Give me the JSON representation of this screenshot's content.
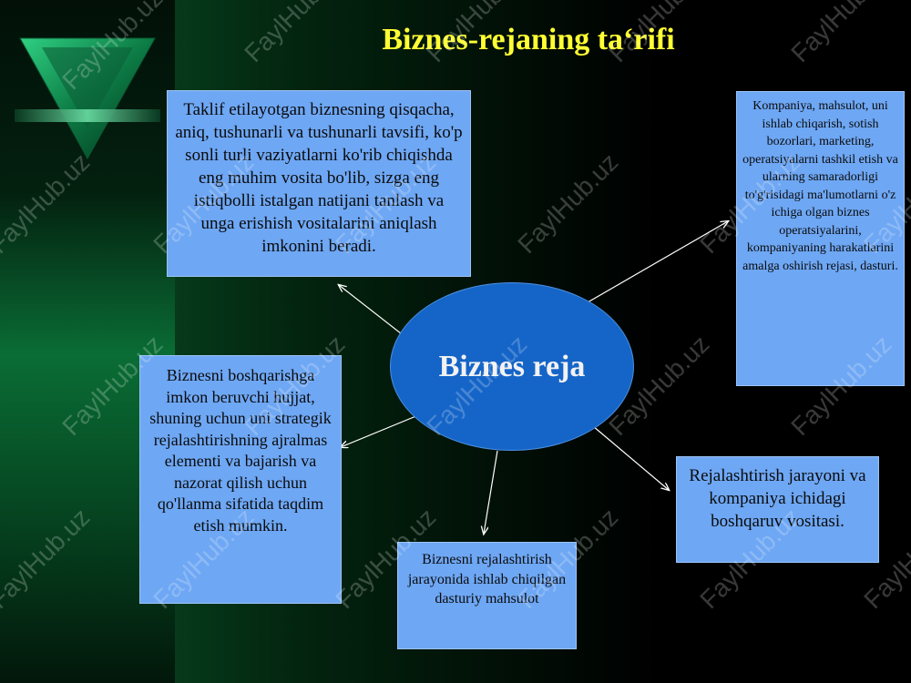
{
  "slide": {
    "title": "Biznes-rejaning ta‘rifi",
    "center": {
      "label": "Biznes reja"
    },
    "boxes": {
      "top_left": "Taklif etilayotgan biznesning qisqacha, aniq, tushunarli va tushunarli tavsifi, ko'p sonli turli vaziyatlarni ko'rib chiqishda eng muhim vosita bo'lib, sizga eng istiqbolli istalgan natijani tanlash va unga erishish vositalarini aniqlash imkonini beradi.",
      "top_right": "Kompaniya, mahsulot, uni ishlab chiqarish, sotish bozorlari, marketing, operatsiyalarni tashkil etish va ularning samaradorligi to'g'risidagi ma'lumotlarni o'z ichiga olgan biznes operatsiyalarini, kompaniyaning harakatlarini amalga oshirish rejasi, dasturi.",
      "middle_left": "Biznesni boshqarishga imkon beruvchi hujjat, shuning uchun uni strategik rejalashtirishning ajralmas elementi va bajarish va nazorat qilish uchun qo'llanma sifatida taqdim etish mumkin.",
      "bottom_center": "Biznesni rejalashtirish jarayonida ishlab chiqilgan dasturiy mahsulot",
      "bottom_right": "Rejalashtirish jarayoni va kompaniya ichidagi boshqaruv vositasi."
    },
    "watermark": "FaylHub.uz"
  },
  "colors": {
    "title": "#ffff33",
    "box_fill": "#6ea7f4",
    "ellipse_fill": "#1565c8",
    "arrow": "#ffffff"
  }
}
